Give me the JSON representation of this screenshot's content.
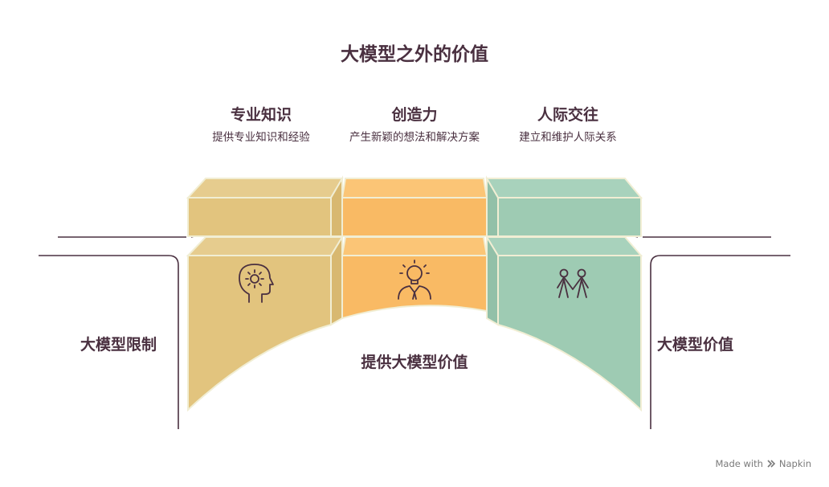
{
  "title": "大模型之外的价值",
  "pillars": [
    {
      "heading": "专业知识",
      "description": "提供专业知识和经验",
      "icon": "head-gear-icon",
      "color": "#E2C47E"
    },
    {
      "heading": "创造力",
      "description": "产生新颖的想法和解决方案",
      "icon": "lightbulb-person-icon",
      "color": "#F9BA64"
    },
    {
      "heading": "人际交往",
      "description": "建立和维护人际关系",
      "icon": "people-holding-hands-icon",
      "color": "#9ECBB3"
    }
  ],
  "left_label": "大模型限制",
  "right_label": "大模型价值",
  "center_label": "提供大模型价值",
  "brand": {
    "prefix": "Made with",
    "name": "Napkin",
    "icon": "napkin-logo-icon"
  },
  "colors": {
    "text": "#4A3040",
    "line": "#4A3040",
    "outline": "#F1EED4"
  }
}
